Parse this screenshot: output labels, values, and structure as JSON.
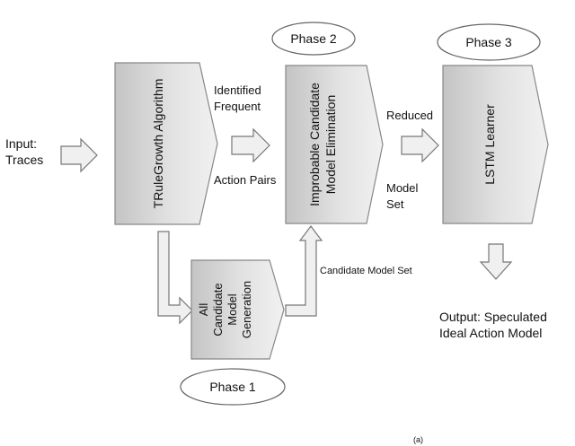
{
  "input": {
    "line1": "Input:",
    "line2": "Traces"
  },
  "boxes": {
    "trulegrowth": "TRuleGrowth Algorithm",
    "improbable": {
      "line1": "Improbable Candidate",
      "line2": "Model Elimination"
    },
    "lstm": "LSTM Learner",
    "all_candidate": {
      "line1": "All",
      "line2": "Candidate",
      "line3": "Model",
      "line4": "Generation"
    }
  },
  "phases": {
    "phase1": "Phase 1",
    "phase2": "Phase 2",
    "phase3": "Phase 3"
  },
  "labels": {
    "identified": "Identified",
    "frequent": "Frequent",
    "action_pairs": "Action Pairs",
    "reduced": "Reduced",
    "model": "Model",
    "set": "Set",
    "candidate_model_set": "Candidate Model Set"
  },
  "output": {
    "line1": "Output: Speculated",
    "line2": "Ideal Action Model"
  },
  "footer": "(a)"
}
